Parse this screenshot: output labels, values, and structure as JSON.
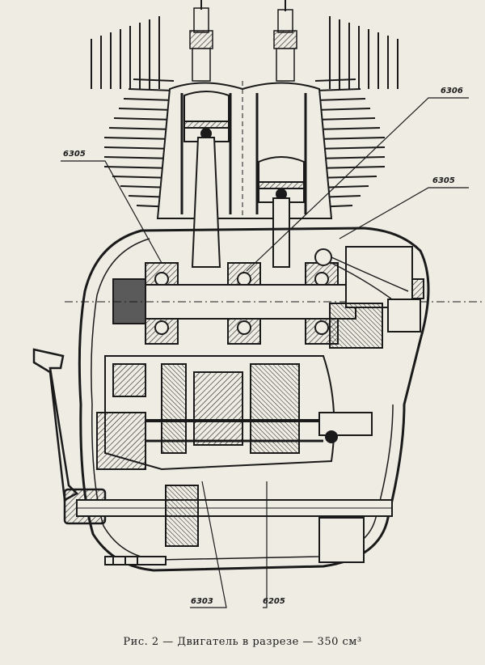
{
  "callouts": {
    "top_right": "6306",
    "left": "6305",
    "right": "6305",
    "bottom_left": "6303",
    "bottom_right": "6205"
  },
  "caption": "Рис. 2 — Двигатель в разрезе — 350 см³",
  "colors": {
    "ink": "#1a1a1a",
    "paper": "#efece4",
    "shade": "#5a5a5a"
  }
}
